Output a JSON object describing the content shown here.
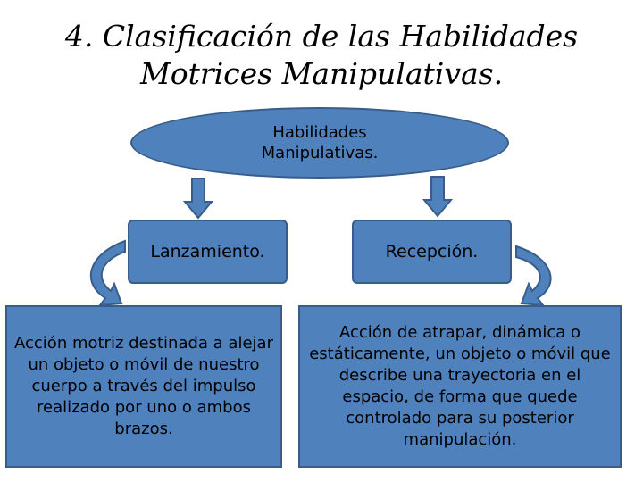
{
  "title": {
    "line1": "4. Clasificación de las Habilidades",
    "line2": "Motrices Manipulativas."
  },
  "root": {
    "label": "Habilidades\nManipulativas."
  },
  "categories": [
    {
      "label": "Lanzamiento.",
      "description": "Acción motriz destinada a alejar un objeto o móvil de nuestro cuerpo a través del impulso realizado por uno o ambos brazos."
    },
    {
      "label": "Recepción.",
      "description": "Acción de atrapar, dinámica o estáticamente, un objeto o móvil que describe una trayectoria en el espacio, de forma que quede controlado para su posterior manipulación."
    }
  ],
  "colors": {
    "fill": "#4f81bd",
    "stroke": "#385d8a"
  }
}
